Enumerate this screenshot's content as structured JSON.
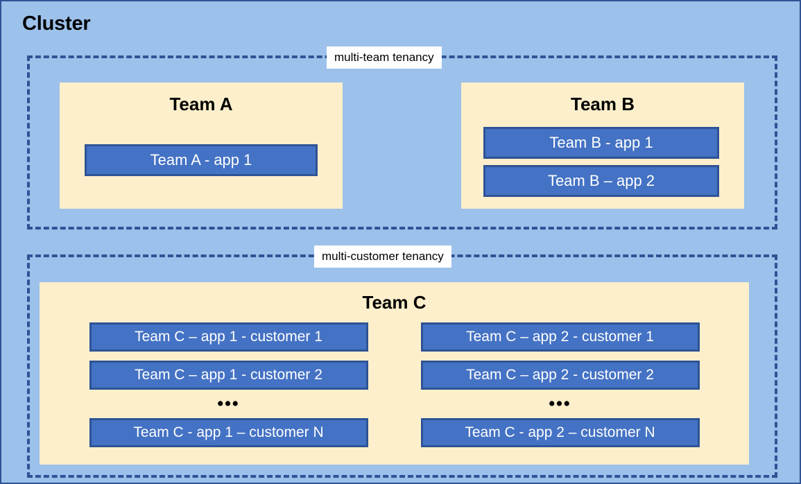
{
  "diagram": {
    "title": "Cluster",
    "colors": {
      "canvas_background": "#9CC1EA",
      "canvas_border": "#2E5395",
      "dashed_region_border": "#2E5395",
      "team_box_fill": "#FDEFCB",
      "app_box_fill": "#4472C4",
      "app_box_border": "#2E5395",
      "app_box_text": "#FFFFFF",
      "label_chip_background": "#FFFFFF",
      "title_text": "#000000"
    },
    "regions": [
      {
        "id": "multi-team",
        "label": "multi-team tenancy",
        "teams": [
          {
            "id": "team-a",
            "title": "Team A",
            "apps": [
              "Team A - app 1"
            ]
          },
          {
            "id": "team-b",
            "title": "Team B",
            "apps": [
              "Team B - app 1",
              "Team B – app 2"
            ]
          }
        ]
      },
      {
        "id": "multi-customer",
        "label": "multi-customer tenancy",
        "teams": [
          {
            "id": "team-c",
            "title": "Team C",
            "columns": [
              {
                "id": "team-c-app-1",
                "apps_top": [
                  "Team C – app 1 - customer 1",
                  "Team C – app 1 - customer 2"
                ],
                "ellipsis": "•••",
                "apps_bottom": [
                  "Team C - app 1 – customer N"
                ]
              },
              {
                "id": "team-c-app-2",
                "apps_top": [
                  "Team C – app 2 - customer 1",
                  "Team C – app 2 - customer 2"
                ],
                "ellipsis": "•••",
                "apps_bottom": [
                  "Team C - app 2 – customer N"
                ]
              }
            ]
          }
        ]
      }
    ]
  }
}
